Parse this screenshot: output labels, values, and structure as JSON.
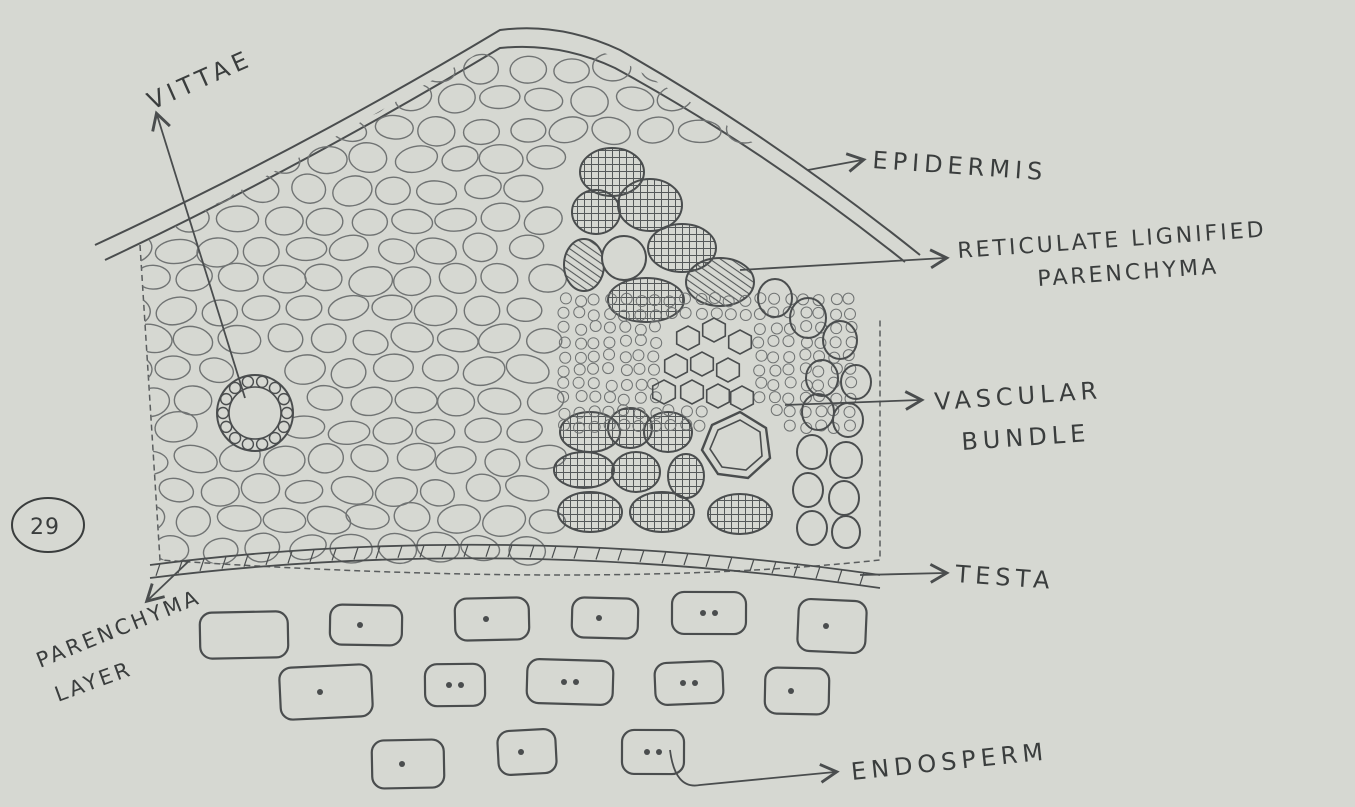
{
  "figure_number": "29",
  "labels": {
    "vittae": "VITTAE",
    "epidermis": "EPIDERMIS",
    "reticulate_line1": "RETICULATE LIGNIFIED",
    "reticulate_line2": "PARENCHYMA",
    "vascular_line1": "VASCULAR",
    "vascular_line2": "BUNDLE",
    "testa": "TESTA",
    "parenchyma_line1": "PARENCHYMA",
    "parenchyma_line2": "LAYER",
    "endosperm": "ENDOSPERM"
  },
  "colors": {
    "paper": "#d6d8d2",
    "pencil": "#4a4d4e",
    "pencil_light": "#707373"
  }
}
